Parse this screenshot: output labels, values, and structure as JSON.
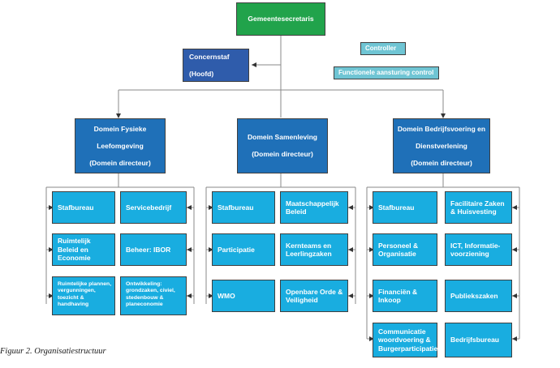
{
  "figure": {
    "caption": "Figuur 2. Organisatiestructuur"
  },
  "colors": {
    "root_green": "#21A34B",
    "staff_dark_blue": "#2F5CAB",
    "note_teal": "#6FC5D4",
    "domain_blue": "#1F70B8",
    "unit_cyan": "#19ADE0",
    "connector_gray": "#808080",
    "border_gray": "#3f3f3f",
    "text_white": "#ffffff"
  },
  "root": {
    "label": "Gemeentesecretaris"
  },
  "staff": {
    "label": "Concernstaf\n(Hoofd)",
    "line1": "Concernstaf",
    "line2": "(Hoofd)"
  },
  "notes": [
    {
      "label": "Controller"
    },
    {
      "label": "Functionele aansturing control"
    }
  ],
  "domains": [
    {
      "title_lines": [
        "Domein Fysieke",
        "Leefomgeving",
        "(Domein directeur)"
      ],
      "line1": "Domein Fysieke",
      "line2": "Leefomgeving",
      "line3": "(Domein directeur)",
      "units_left": [
        {
          "label": "Stafbureau",
          "size": "normal"
        },
        {
          "label": "Ruimtelijk Beleid en Economie",
          "size": "normal"
        },
        {
          "label": "Ruimtelijke plannen, vergunningen, toezicht & handhaving",
          "size": "small"
        }
      ],
      "units_right": [
        {
          "label": "Servicebedrijf",
          "size": "normal"
        },
        {
          "label": "Beheer: IBOR",
          "size": "normal"
        },
        {
          "label": "Ontwikkeling: grondzaken, civiel, stedenbouw & planeconomie",
          "size": "small"
        }
      ]
    },
    {
      "title_lines": [
        "Domein Samenleving",
        "(Domein directeur)"
      ],
      "line1": "Domein Samenleving",
      "line2": "(Domein directeur)",
      "line3": "",
      "units_left": [
        {
          "label": "Stafbureau",
          "size": "normal"
        },
        {
          "label": "Participatie",
          "size": "normal"
        },
        {
          "label": "WMO",
          "size": "normal"
        }
      ],
      "units_right": [
        {
          "label": "Maatschappelijk Beleid",
          "size": "normal"
        },
        {
          "label": "Kernteams en Leerlingzaken",
          "size": "normal"
        },
        {
          "label": "Openbare Orde & Veiligheid",
          "size": "normal"
        }
      ]
    },
    {
      "title_lines": [
        "Domein Bedrijfsvoering en",
        "Dienstverlening",
        "(Domein directeur)"
      ],
      "line1": "Domein Bedrijfsvoering en",
      "line2": "Dienstverlening",
      "line3": "(Domein directeur)",
      "units_left": [
        {
          "label": "Stafbureau",
          "size": "normal"
        },
        {
          "label": "Personeel & Organisatie",
          "size": "normal"
        },
        {
          "label": "Financiën & Inkoop",
          "size": "normal"
        },
        {
          "label": "Communicatie woordvoering & Burgerparticipatie",
          "size": "normal"
        }
      ],
      "units_right": [
        {
          "label": "Facilitaire Zaken & Huisvesting",
          "size": "normal"
        },
        {
          "label": "ICT, Informatie-voorziening",
          "size": "normal"
        },
        {
          "label": "Publiekszaken",
          "size": "normal"
        },
        {
          "label": "Bedrijfsbureau",
          "size": "normal"
        }
      ]
    }
  ]
}
